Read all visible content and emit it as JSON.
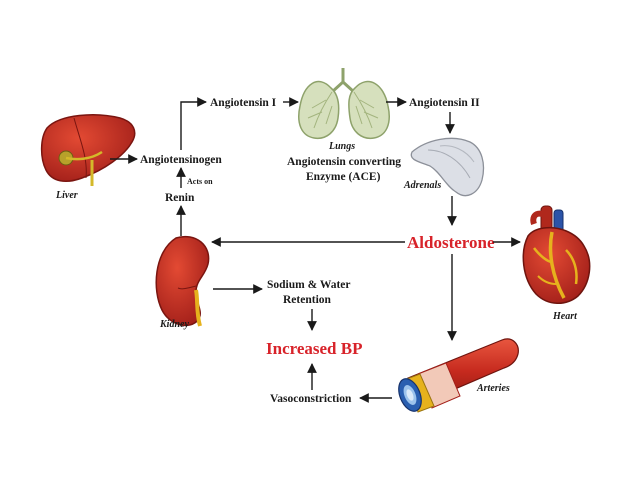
{
  "diagram": {
    "nodes": {
      "angiotensin_1": "Angiotensin I",
      "angiotensin_2": "Angiotensin II",
      "angiotensinogen": "Angiotensinogen",
      "renin": "Renin",
      "acts_on": "Acts on",
      "lungs_label": "Lungs",
      "ace_line1": "Angiotensin converting",
      "ace_line2": "Enzyme (ACE)",
      "liver_label": "Liver",
      "adrenals_label": "Adrenals",
      "aldosterone": "Aldosterone",
      "heart_label": "Heart",
      "kidney_label": "Kidney",
      "sodium_line1": "Sodium & Water",
      "sodium_line2": "Retention",
      "increased_bp": "Increased BP",
      "vasoconstriction": "Vasoconstriction",
      "arteries_label": "Arteries"
    },
    "colors": {
      "text": "#1a1a1a",
      "highlight": "#d8232a",
      "organ_red": "#c62a1e",
      "organ_dark": "#8e1a12",
      "lung_green": "#b9c99a",
      "adrenal_gray": "#c9ccd3",
      "fat_yellow": "#e6b21d",
      "artery_blue": "#2a5fb0"
    },
    "icons": [
      "liver-icon",
      "lungs-icon",
      "adrenal-icon",
      "heart-icon",
      "kidney-icon",
      "artery-icon"
    ]
  }
}
